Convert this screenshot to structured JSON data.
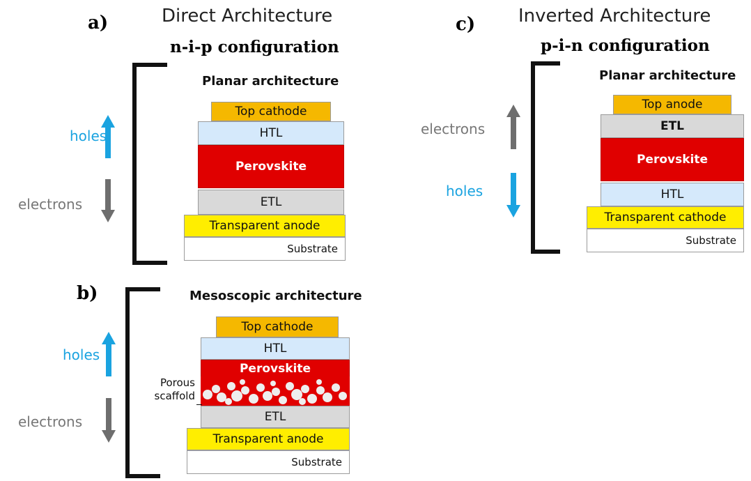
{
  "colors": {
    "holes": "#1aa3e0",
    "electrons_text": "#777777",
    "electrons_arrow": "#6e6e6e",
    "top_electrode": "#f5b800",
    "htl": "#d5e9fb",
    "perovskite": "#e00000",
    "etl": "#d9d9d9",
    "transparent": "#ffee00",
    "substrate": "#ffffff"
  },
  "panel_a": {
    "label": "a)",
    "title": "Direct Architecture",
    "config": "n-i-p configuration",
    "subtitle": "Planar architecture",
    "holes": "holes",
    "electrons": "electrons",
    "layers": {
      "top": "Top cathode",
      "htl": "HTL",
      "perovskite": "Perovskite",
      "etl": "ETL",
      "transparent": "Transparent anode",
      "substrate": "Substrate"
    }
  },
  "panel_b": {
    "label": "b)",
    "subtitle": "Mesoscopic architecture",
    "holes": "holes",
    "electrons": "electrons",
    "scaffold_line1": "Porous",
    "scaffold_line2": "scaffold",
    "layers": {
      "top": "Top cathode",
      "htl": "HTL",
      "perovskite": "Perovskite",
      "etl": "ETL",
      "transparent": "Transparent anode",
      "substrate": "Substrate"
    }
  },
  "panel_c": {
    "label": "c)",
    "title": "Inverted Architecture",
    "config": "p-i-n configuration",
    "subtitle": "Planar architecture",
    "holes": "holes",
    "electrons": "electrons",
    "layers": {
      "top": "Top anode",
      "etl": "ETL",
      "perovskite": "Perovskite",
      "htl": "HTL",
      "transparent": "Transparent cathode",
      "substrate": "Substrate"
    }
  }
}
